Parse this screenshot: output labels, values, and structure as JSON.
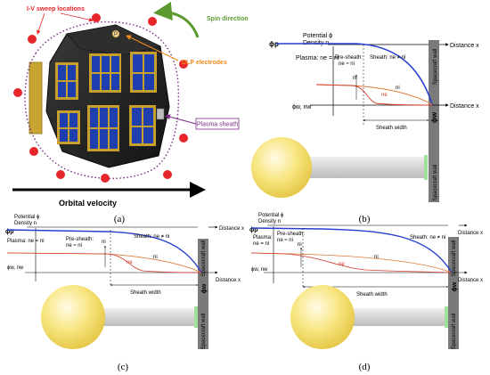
{
  "panel_a": {
    "caption": "(a)",
    "labels": {
      "iv_sweep": "I-V sweep locations",
      "spin": "Spin direction",
      "dlp": "DLP electrodes",
      "sheath": "Plasma sheath",
      "orbital": "Orbital velocity",
      "p_marker": "P"
    },
    "colors": {
      "iv": "#e8252a",
      "spin": "#5a9a2e",
      "dlp": "#f08a1c",
      "sheath": "#7a2a86"
    }
  },
  "panel_b": {
    "caption": "(b)",
    "labels": {
      "axis_title_1": "Potential ϕ",
      "axis_title_2": "Density n",
      "phi_p": "ϕp",
      "distance_top": "Distance x",
      "plasma": "Plasma: ne = ni",
      "presheath_1": "Pre-sheath:",
      "presheath_2": "ne ≈ ni",
      "sheath": "Sheath: ne ≠ ni",
      "ni_label": "ni",
      "ne_label": "ne",
      "ni_label_2": "ni",
      "phi_w": "ϕw, nw",
      "distance_bottom": "Distance x",
      "sheath_width": "Sheath width",
      "wall": "Spacecraft wall",
      "phi_w_wall": "ϕw"
    }
  },
  "panel_c": {
    "caption": "(c)",
    "labels": {
      "axis_title_1": "Potential ϕ",
      "axis_title_2": "Density n",
      "phi_p": "ϕp",
      "distance_top": "Distance x",
      "plasma": "Plasma: ne = ni",
      "presheath_1": "Pre-sheath:",
      "presheath_2": "ne ≈ ni",
      "sheath": "Sheath: ne ≠ ni",
      "ni_label": "ni",
      "ne_label": "ne",
      "ni_label_2": "ni",
      "phi_w": "ϕw, nw",
      "distance_bottom": "Distance x",
      "sheath_width": "Sheath width",
      "wall": "Spacecraft wall",
      "phi_w_wall": "ϕw"
    }
  },
  "panel_d": {
    "caption": "(d)",
    "labels": {
      "axis_title_1": "Potential ϕ",
      "axis_title_2": "Density n",
      "phi_p": "ϕp",
      "distance_top": "Distance x",
      "plasma_1": "Plasma:",
      "plasma_2": "ne = ni",
      "presheath_1": "Pre-sheath:",
      "presheath_2": "ne ≈ ni",
      "sheath": "Sheath: ne ≠ ni",
      "ni_label": "ni",
      "ne_label": "ne",
      "ni_label_2": "ni",
      "phi_w": "ϕw, nw",
      "distance_bottom": "Distance x",
      "sheath_width": "Sheath width",
      "wall": "Spacecraft wall",
      "phi_w_wall": "ϕw"
    }
  },
  "colors": {
    "potential": "#2a3fd0",
    "density_i": "#e07b39",
    "density_e": "#d23a2a",
    "wall": "#7a7a7a",
    "sphere": "#f5e27a",
    "boom": "#dcdcdc"
  }
}
